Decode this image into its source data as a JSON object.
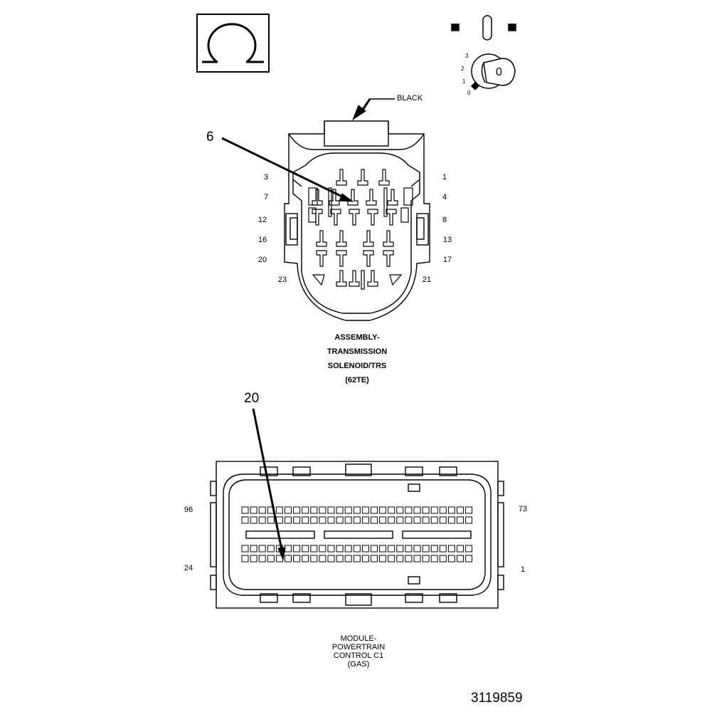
{
  "ohm_symbol": "Ω",
  "ignition": {
    "positions": [
      "3",
      "2",
      "1",
      "0"
    ],
    "key_label": "0"
  },
  "trs_connector": {
    "color_label": "BLACK",
    "callout": "6",
    "pins_left": [
      "3",
      "7",
      "12",
      "16",
      "20",
      "23"
    ],
    "pins_right": [
      "1",
      "4",
      "8",
      "13",
      "17",
      "21"
    ],
    "title_lines": [
      "ASSEMBLY-",
      "TRANSMISSION",
      "SOLENOID/TRS",
      "(62TE)"
    ]
  },
  "pcm_connector": {
    "callout": "20",
    "pin_top_left": "96",
    "pin_top_right": "73",
    "pin_bottom_left": "24",
    "pin_bottom_right": "1",
    "title_lines": [
      "MODULE-",
      "POWERTRAIN",
      "CONTROL C1",
      "(GAS)"
    ]
  },
  "figure_number": "3119859"
}
